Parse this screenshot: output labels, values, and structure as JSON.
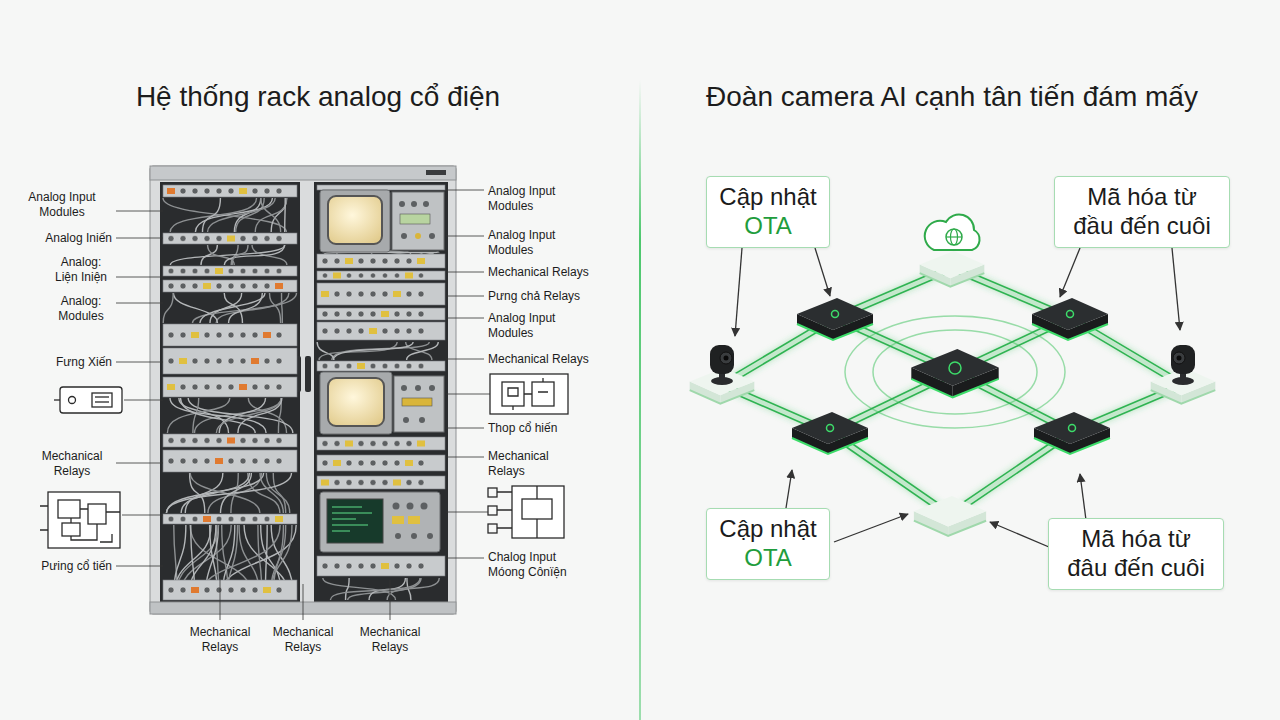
{
  "diagram": {
    "nodes": [
      {
        "text": [
          "Cập nhật",
          "OTA"
        ]
      },
      {
        "text": [
          "Mã hóa từ đầu đến cuôi"
        ]
      },
      {
        "text": [
          "Cập nhật",
          "OTA"
        ]
      },
      {
        "text": [
          "Mã hóa từ đâu đến cuôi"
        ]
      }
    ],
    "labels": [
      "Hệ thống rack analog cổ điện",
      "Đoàn camera AI cạnh tân tiến đám mấy",
      "Analog Input Modules",
      "Analog Iniến",
      "Analog: Liện Iniện",
      "Analog: Modules",
      "Fưng Xiến",
      "Mechanical Relays",
      "Pưing cổ tiến",
      "Analog Input Modules",
      "Analog Input Modules",
      "Mechanical Relays",
      "Pưng chả Relays",
      "Analog Input Modules",
      "Mechanical Relays",
      "Thop cổ hiến",
      "Mechanical Relays",
      "Chalog Input Móong Cônïện",
      "Mechanical Relays",
      "Mechanical Relays",
      "Mechanical Relays"
    ]
  }
}
